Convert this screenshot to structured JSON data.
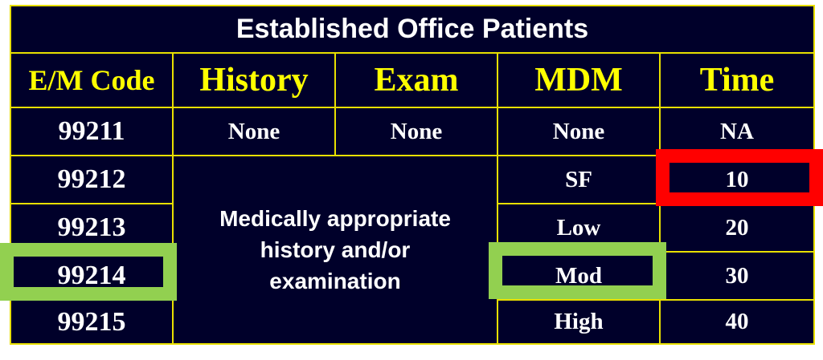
{
  "title": "Established Office Patients",
  "headers": [
    "E/M Code",
    "History",
    "Exam",
    "MDM",
    "Time"
  ],
  "rows": [
    {
      "code": "99211",
      "history": "None",
      "exam": "None",
      "mdm": "None",
      "time": "NA"
    },
    {
      "code": "99212",
      "mdm": "SF",
      "time": "10"
    },
    {
      "code": "99213",
      "mdm": "Low",
      "time": "20"
    },
    {
      "code": "99214",
      "mdm": "Mod",
      "time": "30"
    },
    {
      "code": "99215",
      "mdm": "High",
      "time": "40"
    }
  ],
  "merged_history_exam": "Medically appropriate history and/or examination",
  "highlight_colors": {
    "red": "#ff0000",
    "green": "#92d050"
  }
}
